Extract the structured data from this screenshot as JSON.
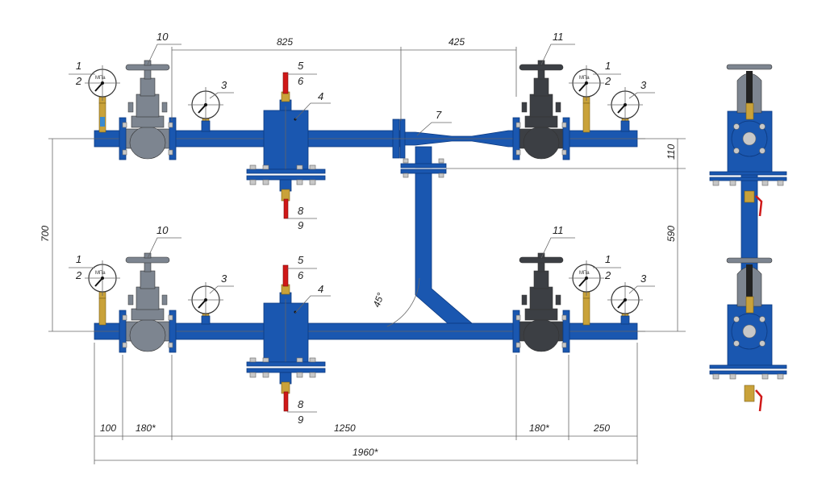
{
  "gauge_unit": "МПа",
  "angle_label": "45°",
  "top_group": {
    "labels": {
      "p1": "1",
      "p2": "2",
      "p3": "3",
      "p4": "4",
      "p5": "5",
      "p6": "6",
      "p7": "7",
      "p8": "8",
      "p9": "9",
      "p10": "10",
      "p11": "11"
    }
  },
  "bottom_group": {
    "labels": {
      "p1": "1",
      "p2": "2",
      "p3": "3",
      "p4": "4",
      "p5": "5",
      "p6": "6",
      "p8": "8",
      "p9": "9",
      "p10": "10",
      "p11": "11"
    }
  },
  "dimensions": {
    "top_left": "825",
    "top_right": "425",
    "vertical_left": "700",
    "vertical_right_top": "110",
    "vertical_right_bottom": "590",
    "bottom_1": "100",
    "bottom_2": "180*",
    "bottom_3": "1250",
    "bottom_4": "180*",
    "bottom_5": "250",
    "overall": "1960*"
  },
  "colors": {
    "pipe": "#1a57b0",
    "valve_grey": "#7d8590",
    "valve_dark": "#3c3f44",
    "brass": "#c9a23a",
    "handle_red": "#d01818"
  }
}
